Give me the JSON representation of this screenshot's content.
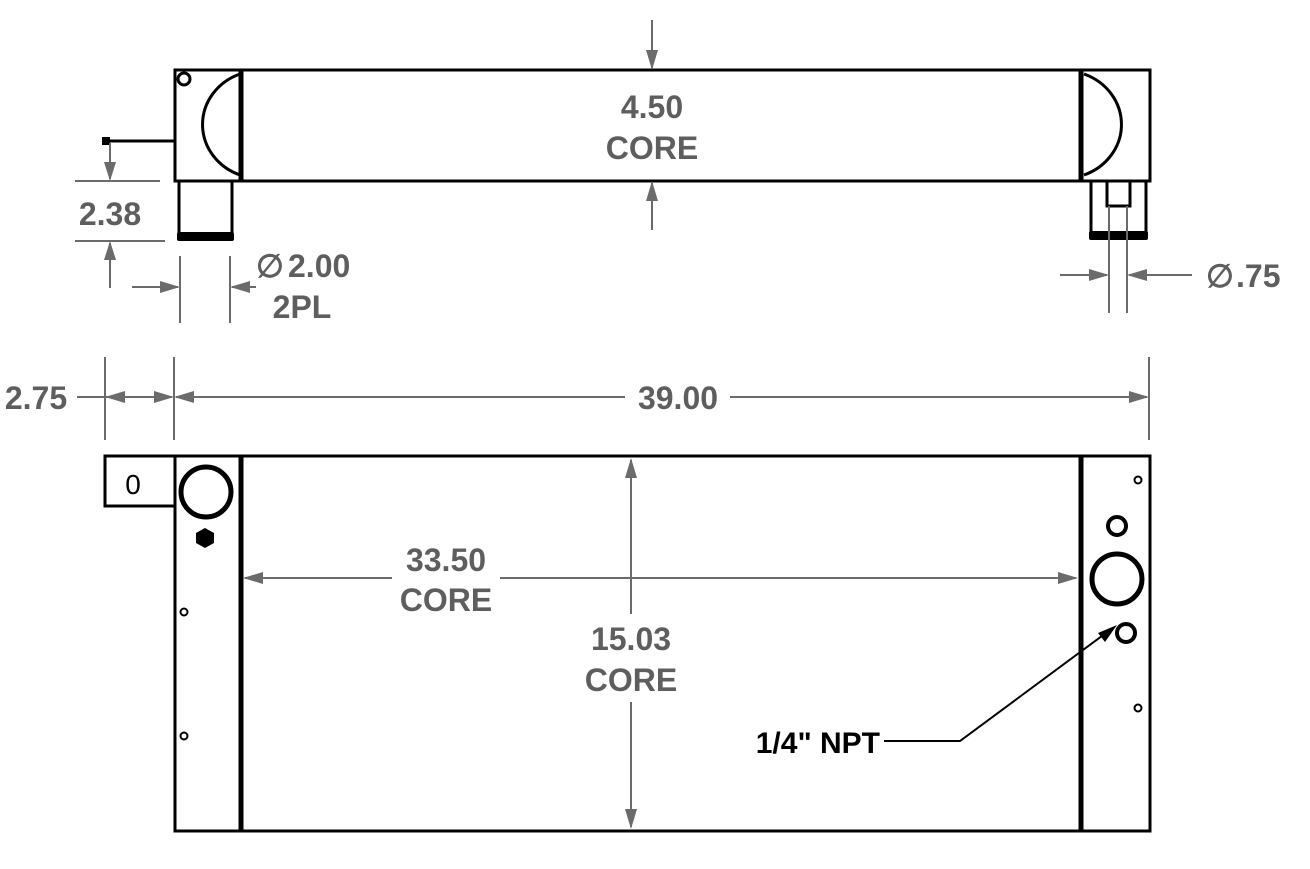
{
  "side_view": {
    "core_thickness": {
      "value": "4.50",
      "label": "CORE"
    },
    "outlet_height": {
      "value": "2.38"
    },
    "large_connection": {
      "symbol": "∅",
      "value": "2.00",
      "qty": "2PL"
    },
    "small_connection": {
      "symbol": "∅",
      "value": ".75"
    }
  },
  "front_view": {
    "offset": {
      "value": "2.75"
    },
    "overall_width": {
      "value": "39.00"
    },
    "core_width": {
      "value": "33.50",
      "label": "CORE"
    },
    "core_height": {
      "value": "15.03",
      "label": "CORE"
    },
    "bracket_mark": "0",
    "port_callout": "1/4\" NPT"
  },
  "colors": {
    "object": "#000000",
    "dimension": "#6b6b6b"
  }
}
